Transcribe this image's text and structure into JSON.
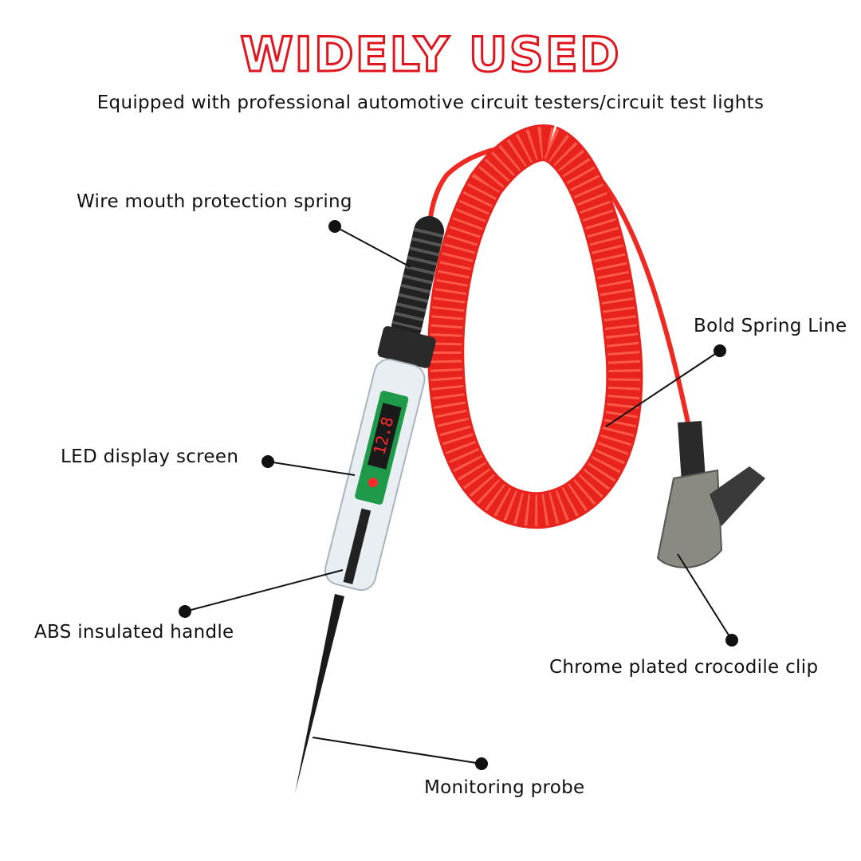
{
  "header": {
    "title": "WIDELY USED",
    "subtitle": "Equipped with professional automotive circuit testers/circuit test lights"
  },
  "callouts": [
    {
      "id": "spring",
      "label": "Wire mouth protection spring"
    },
    {
      "id": "bold-line",
      "label": "Bold Spring Line"
    },
    {
      "id": "led",
      "label": "LED display screen"
    },
    {
      "id": "handle",
      "label": "ABS insulated handle"
    },
    {
      "id": "clip",
      "label": "Chrome plated crocodile clip"
    },
    {
      "id": "probe",
      "label": "Monitoring probe"
    }
  ],
  "product": {
    "display_reading": "12.8",
    "colors": {
      "title": "#e0161e",
      "cable": "#f0221e",
      "handle": "#1a1a1a",
      "display": "#ff2a2a",
      "pcb": "#1f9a4a"
    }
  }
}
